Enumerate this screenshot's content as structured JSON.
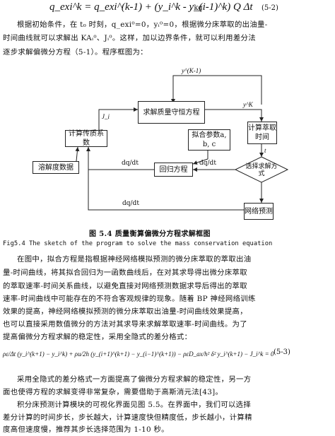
{
  "equation_5_2": {
    "formula": "q_exi^k = q_exi^(k-1) + (y_i^k - y_(i-1)^k) Q Δt",
    "unit": ", kg",
    "number": "(5-2)"
  },
  "para1": {
    "lines": [
      "根据初始条件，在 t₀ 时刻，q_exi⁰=0，yᵢ⁰=0，根据微分床萃取的出油量-",
      "时间曲线就可以求解出 KAᵢ⁰、Jᵢ⁰。这样，加以边界条件，就可以利用差分法",
      "逐步求解偏微分方程（5-1）。程序框图为："
    ]
  },
  "flowchart": {
    "boxes": {
      "mass_balance": "求解质量守恒方程",
      "calc_transfer": "计算传质系数",
      "fit_params": "拟合参数a, b, c",
      "calc_extract_time": "计算萃取时间",
      "solubility": "溶解度数据",
      "regression": "回归方程",
      "choose_method": "选择求解方式",
      "network_predict": "网络预测"
    },
    "labels": {
      "y_k_minus_1": "y^(K-1)",
      "y_k": "y^K",
      "j_i": "J_i",
      "t": "t",
      "dq_dt_1": "dq/dt",
      "dq_dt_2": "dq/dt",
      "dq_dt_3": "dq/dt"
    }
  },
  "caption_cn": "图 5.4   质量衡算偏微分方程求解框图",
  "caption_en": "Fig5.4 The sketch of the program to solve the mass conservation equation",
  "para2": {
    "lines": [
      "在图中，拟合方程是指根据神经网络模拟预测的微分床萃取的萃取出油",
      "量-时间曲线，将其拟合回归为一函数曲线后，在对其求导得出微分床萃取",
      "的萃取速率-时间关系曲线，以避免直接对网络预测数据求导后得出的萃取",
      "速率-时间曲线中可能存在的不符合客观规律的现象。随着 BP 神经网络训练",
      "效果的提高，神经网络模拟预测的微分床萃取出油量-时间曲线效果提高，",
      "也可以直接采用数值微分的方法对其求导来求解萃取速率-时间曲线。为了",
      "提高偏微分方程求解的稳定性，采用全隐式的差分格式："
    ]
  },
  "equation_5_3": {
    "formula": "ρε/Δt (y_i^(k+1) − y_i^k) + ρu/2h (y_(i+1)^(k+1) − y_(i−1)^(k+1)) − ρεD_ax/h² δ² y_i^(k+1) − J_i^k = 0",
    "number": "(5-3)"
  },
  "para3": {
    "lines": [
      "采用全隐式的差分格式一方面提高了偏微分方程求解的稳定性，另一方",
      "面也使得方程的求解变得非常复杂，需要借助于高斯消元法[43]。",
      "积分床预测计算模块的可视化界面见图 5.5。在界面中，我们可以选择",
      "差分计算的时间步长，步长越大，计算速度快但精度低，步长越小，计算精",
      "度高但速度慢，推荐其步长选择范围为 1-10 秒。"
    ]
  }
}
